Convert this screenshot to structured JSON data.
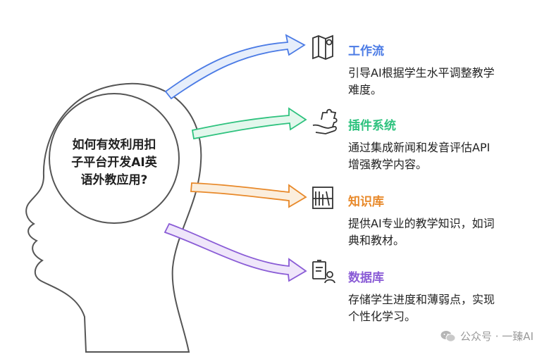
{
  "center": {
    "line1": "如何有效利用扣",
    "line2": "子平台开发AI英",
    "line3": "语外教应用?"
  },
  "items": [
    {
      "title": "工作流",
      "desc_line1": "引导AI根据学生水平调整教学",
      "desc_line2": "难度。",
      "icon": "map-icon",
      "color": "#4b7be5",
      "arrow_fill": "#e6eefb"
    },
    {
      "title": "插件系统",
      "desc_line1": "通过集成新闻和发音评估API",
      "desc_line2": "增强教学内容。",
      "icon": "puzzle-hand-icon",
      "color": "#2ec27e",
      "arrow_fill": "#e3f7ec"
    },
    {
      "title": "知识库",
      "desc_line1": "提供AI专业的教学知识，如词",
      "desc_line2": "典和教材。",
      "icon": "bookshelf-icon",
      "color": "#e8892a",
      "arrow_fill": "#fbeedd"
    },
    {
      "title": "数据库",
      "desc_line1": "存储学生进度和薄弱点，实现",
      "desc_line2": "个性化学习。",
      "icon": "clipboard-user-icon",
      "color": "#8a5cd6",
      "arrow_fill": "#efe6fa"
    }
  ],
  "watermark": {
    "text": "公众号 · 一臻AI",
    "icon": "wechat-icon"
  }
}
